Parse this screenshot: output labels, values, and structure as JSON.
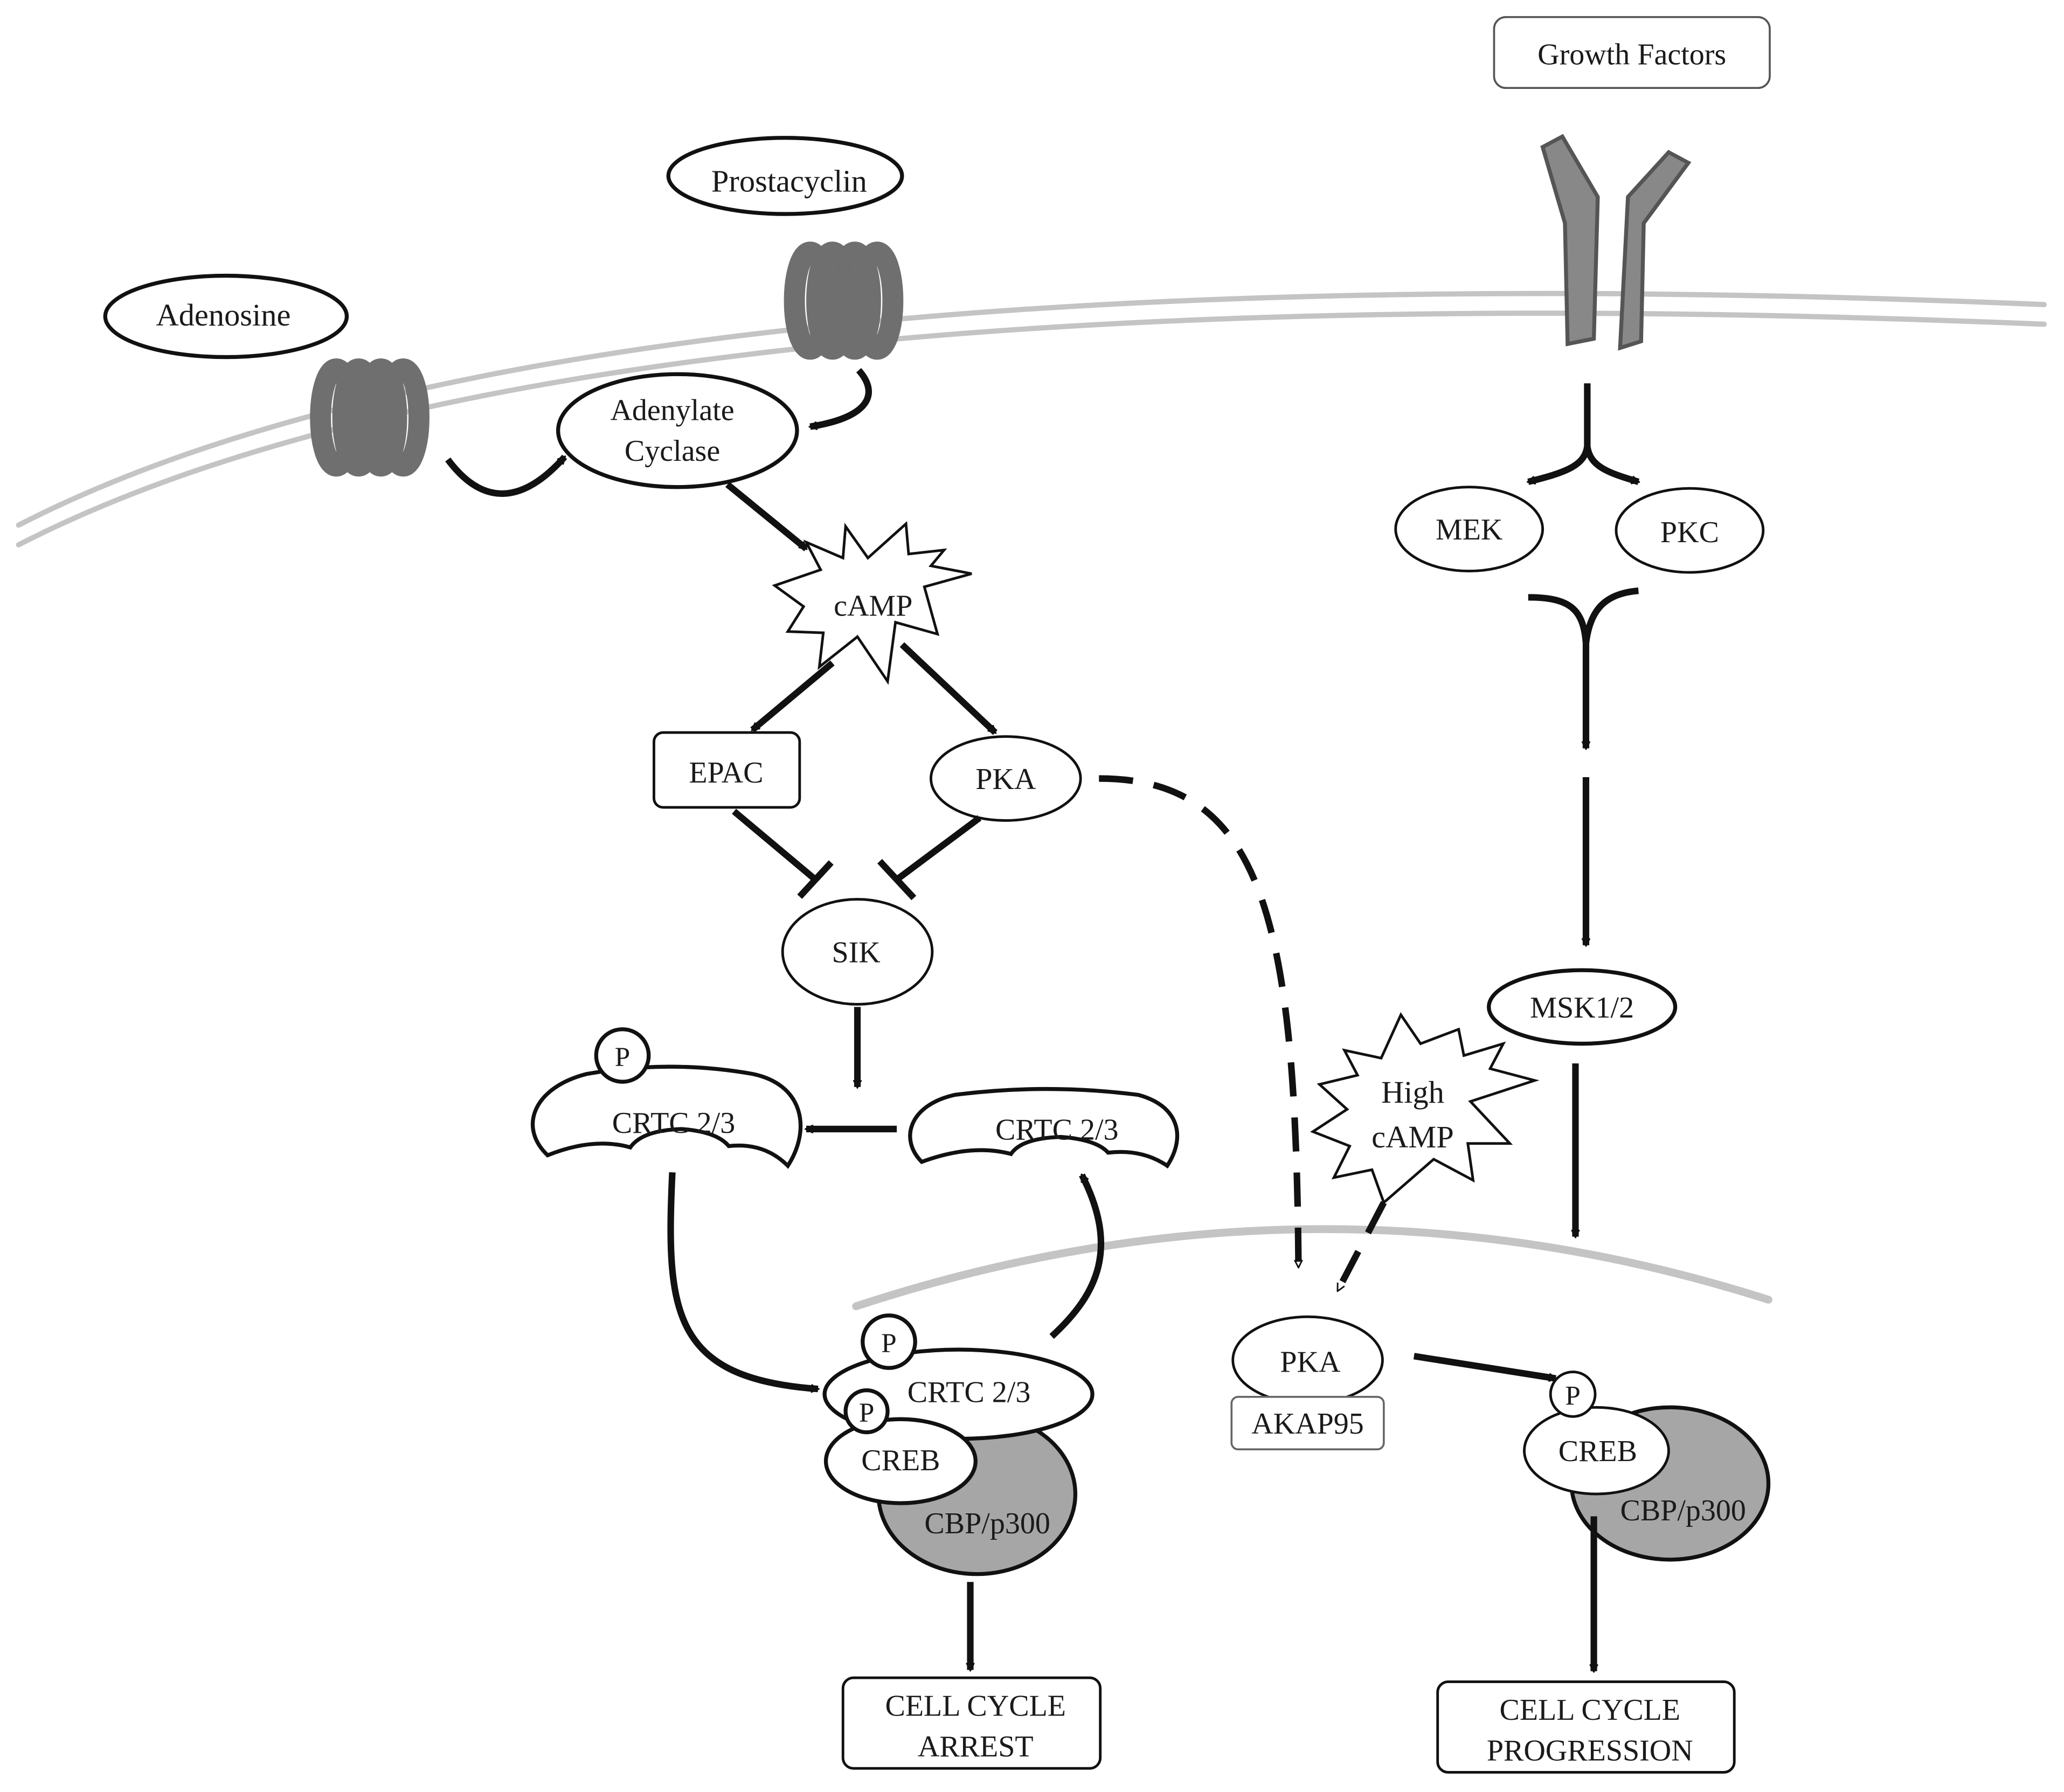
{
  "ligands": {
    "growth_factors": "Growth Factors",
    "prostacyclin": "Prostacyclin",
    "adenosine": "Adenosine"
  },
  "nodes": {
    "adenylate_cyclase_line1": "Adenylate",
    "adenylate_cyclase_line2": "Cyclase",
    "camp": "cAMP",
    "epac": "EPAC",
    "pka": "PKA",
    "sik": "SIK",
    "crtc_p": "CRTC 2/3",
    "crtc": "CRTC 2/3",
    "mek": "MEK",
    "pkc": "PKC",
    "msk": "MSK1/2",
    "high_camp_line1": "High",
    "high_camp_line2": "cAMP",
    "pka_nuclear": "PKA",
    "akap95": "AKAP95",
    "phospho": "P"
  },
  "complex_left": {
    "crtc": "CRTC 2/3",
    "creb": "CREB",
    "cbp": "CBP/p300"
  },
  "complex_right": {
    "creb": "CREB",
    "cbp": "CBP/p300"
  },
  "outcomes": {
    "arrest_line1": "CELL CYCLE",
    "arrest_line2": "ARREST",
    "progression_line1": "CELL CYCLE",
    "progression_line2": "PROGRESSION"
  },
  "colors": {
    "membrane": "#c4c4c4",
    "receptor": "#6f6f6f",
    "cbp_fill": "#a6a6a6",
    "stroke": "#111111"
  }
}
